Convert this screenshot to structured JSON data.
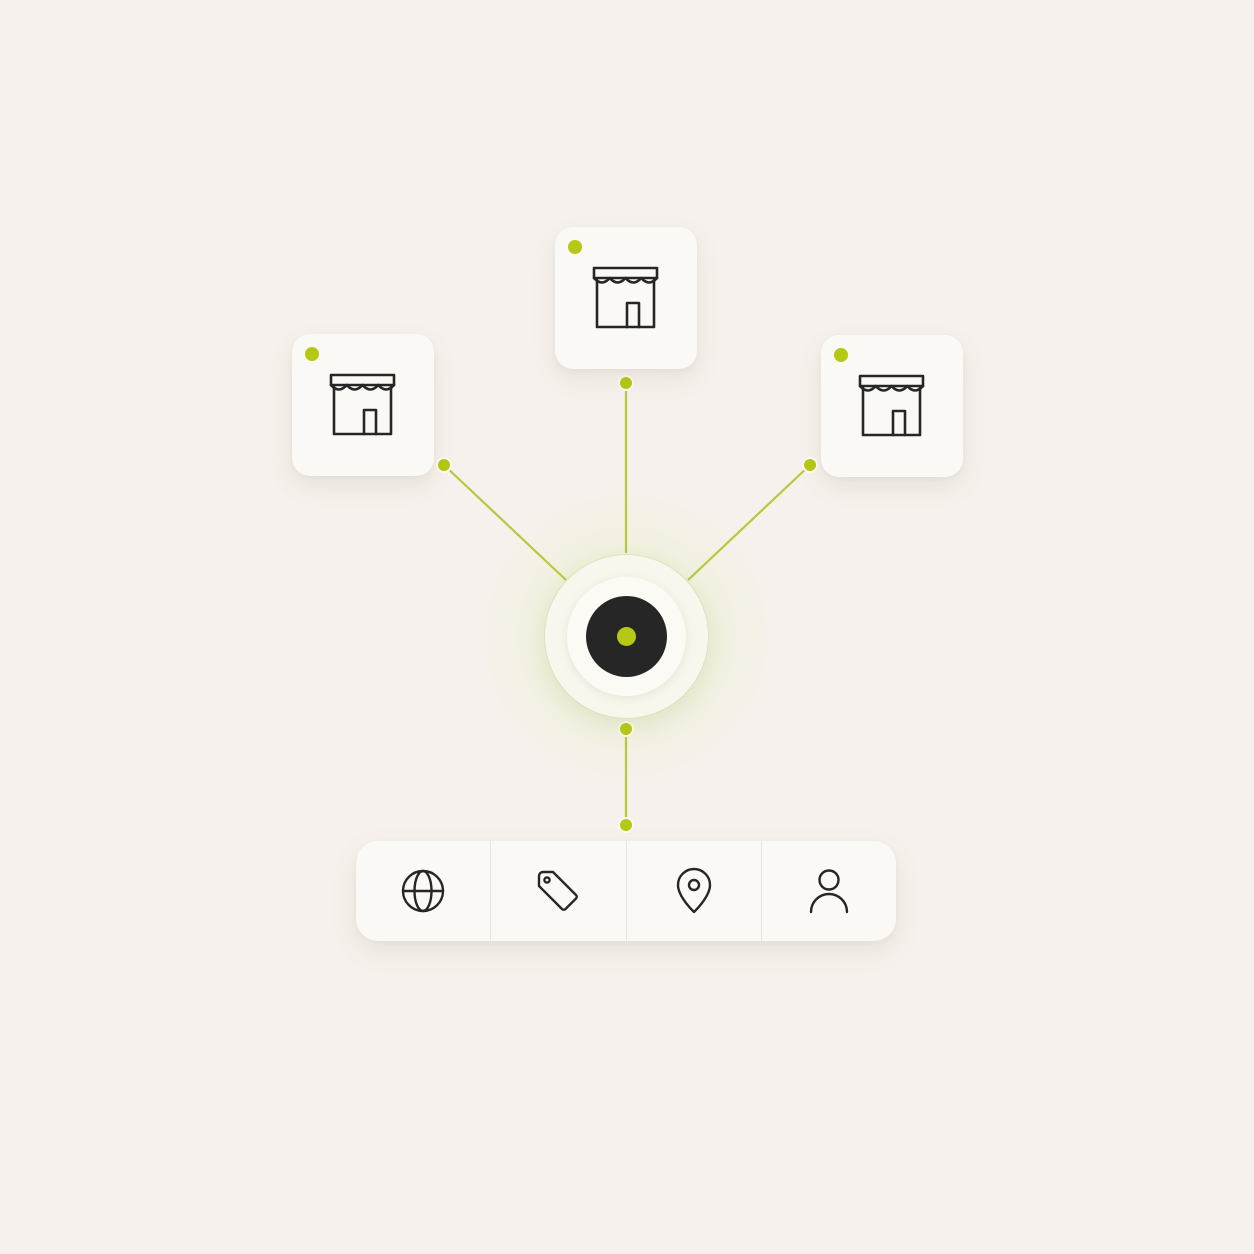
{
  "colors": {
    "accent": "#b5c813",
    "line": "#b8c83a",
    "ink": "#262626",
    "background": "#f6f1ec",
    "card": "#fbf9f6"
  },
  "nodes": [
    {
      "id": "store-left",
      "icon": "store-icon"
    },
    {
      "id": "store-top",
      "icon": "store-icon"
    },
    {
      "id": "store-right",
      "icon": "store-icon"
    }
  ],
  "hub": {
    "icon": "target-hub-icon"
  },
  "toolbar": {
    "items": [
      {
        "icon": "globe-icon"
      },
      {
        "icon": "tag-icon"
      },
      {
        "icon": "map-pin-icon"
      },
      {
        "icon": "user-icon"
      }
    ]
  }
}
